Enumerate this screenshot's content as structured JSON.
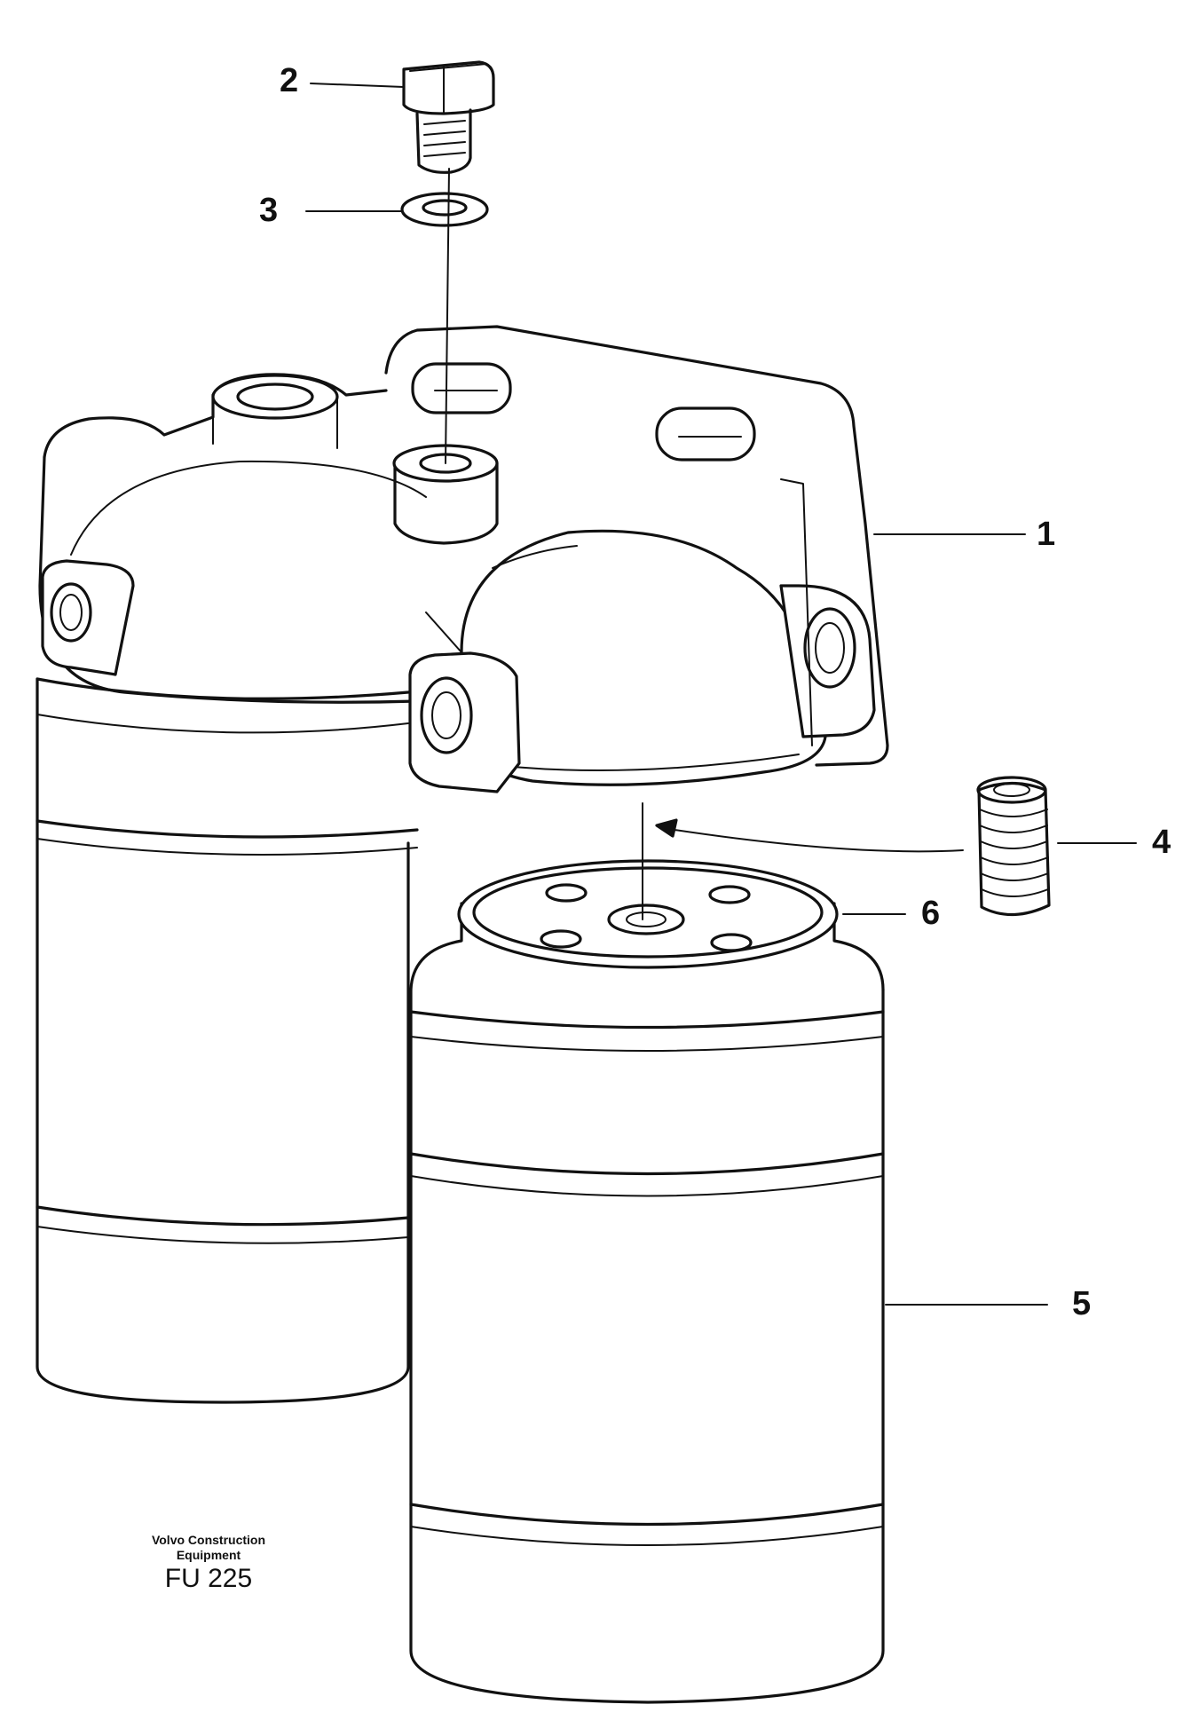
{
  "callouts": [
    "1",
    "2",
    "3",
    "4",
    "5",
    "6"
  ],
  "caption": {
    "line1": "Volvo Construction",
    "line2": "Equipment",
    "code": "FU 225"
  }
}
